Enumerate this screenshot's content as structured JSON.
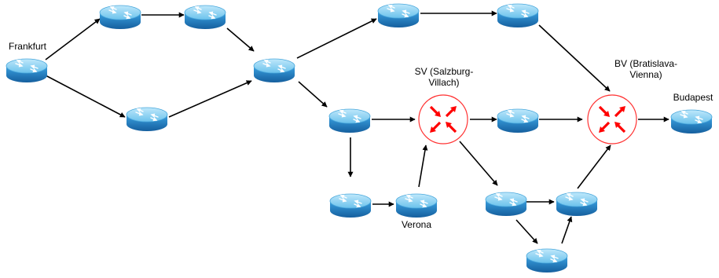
{
  "labels": {
    "frankfurt": "Frankfurt",
    "verona": "Verona",
    "budapest": "Budapest",
    "sv_line1": "SV (Salzburg-",
    "sv_line2": "Villach)",
    "bv_line1": "BV (Bratislava-",
    "bv_line2": "Vienna)"
  },
  "colors": {
    "router_top": "#8fd3f4",
    "router_side": "#1d7fc4",
    "router_arrows": "#ffffff",
    "hub_border": "#ff3333",
    "hub_arrows": "#ff0000",
    "edge": "#000000"
  },
  "icons": {
    "router": "router-icon",
    "exchange": "traffic-exchange-icon"
  }
}
